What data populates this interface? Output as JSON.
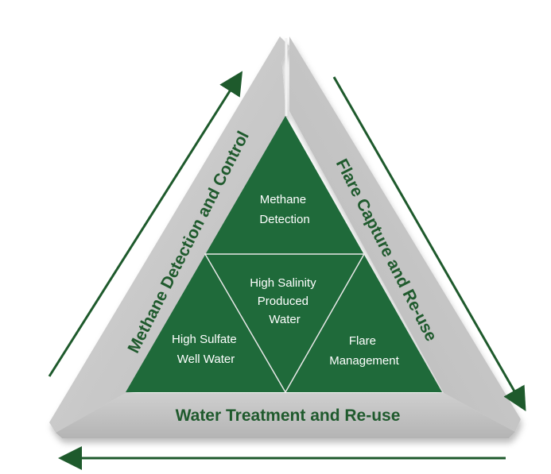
{
  "colors": {
    "outer_fill": "#c9c9c9",
    "outer_shadow": "#a9a9a9",
    "inner_fill": "#1f6a3a",
    "inner_divider": "#e8e8e8",
    "side_text": "#1f5a2d",
    "arrow": "#1e5a2c"
  },
  "sides": {
    "left": "Methane Detection and Control",
    "right": "Flare Capture and Re-use",
    "bottom": "Water Treatment and Re-use"
  },
  "inner": {
    "top": [
      "Methane",
      "Detection"
    ],
    "center": [
      "High Salinity",
      "Produced",
      "Water"
    ],
    "left": [
      "High Sulfate",
      "Well Water"
    ],
    "right": [
      "Flare",
      "Management"
    ]
  },
  "arrows": {
    "left": "arrow-up-icon",
    "right": "arrow-down-icon",
    "bottom": "arrow-left-icon"
  }
}
